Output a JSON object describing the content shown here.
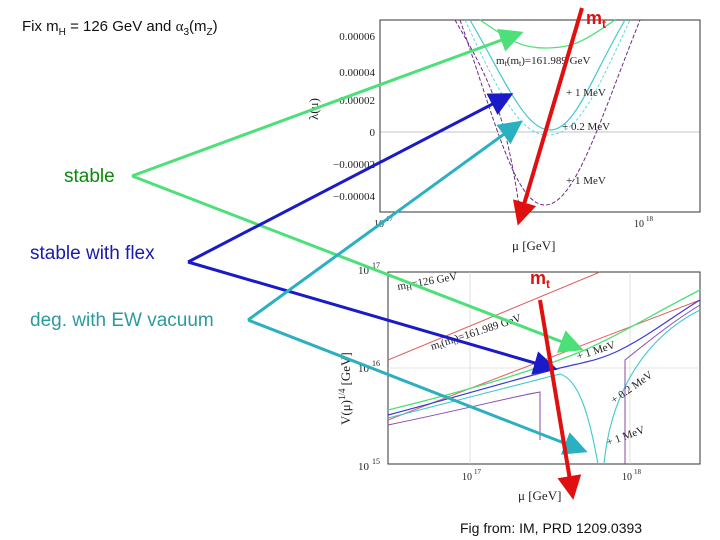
{
  "title": {
    "prefix": "Fix m",
    "h_sub": "H",
    "middle": " = 126 GeV and ",
    "alpha": "α",
    "three_sub": "3",
    "open": "(m",
    "z_sub": "Z",
    "close": ")"
  },
  "labels": {
    "stable": "stable",
    "flex": "stable with flex",
    "deg": "deg. with EW vacuum"
  },
  "credit": "Fig from: IM, PRD 1209.0393",
  "colors": {
    "stable": "#0a8a0a",
    "flex": "#1a1ab0",
    "deg": "#2a9aa0",
    "arrow_green": "#4de078",
    "arrow_blue": "#1a1ac8",
    "arrow_cyan": "#2ab0c0",
    "arrow_red": "#e01010"
  },
  "top_plot": {
    "ylabel": "λ(μ)",
    "xlabel": "μ [GeV]",
    "yticks": [
      "0.00006",
      "0.00004",
      "0.00002",
      "0",
      "−0.00002",
      "−0.00004"
    ],
    "xticks": [
      "10",
      "17",
      "10",
      "18"
    ],
    "annotations": [
      "m",
      "t",
      "(m",
      "t",
      ")=161.989 GeV",
      "+ 1 MeV",
      "+ 0.2 MeV",
      "+ 1 MeV"
    ],
    "mt_label": "m",
    "mt_sub": "t"
  },
  "bottom_plot": {
    "ylabel": "V(μ)",
    "ylabel_exp": "1/4",
    "ylabel_unit": "[GeV]",
    "xlabel": "μ [GeV]",
    "yticks": [
      "10",
      "17",
      "10",
      "16",
      "10",
      "15"
    ],
    "xticks": [
      "10",
      "17",
      "10",
      "18"
    ],
    "ann_mh": "m",
    "ann_mh_sub": "H",
    "ann_mh_val": "=126 GeV",
    "ann_mt": "m",
    "ann_mt_sub": "t",
    "ann_mt_mid": "(m",
    "ann_mt_val": ")=161.989 GeV",
    "ann_plus1": "+ 1 MeV",
    "ann_plus02": "+ 0.2 MeV",
    "ann_plus1b": "+ 1 MeV",
    "mt_label": "m",
    "mt_sub": "t"
  }
}
